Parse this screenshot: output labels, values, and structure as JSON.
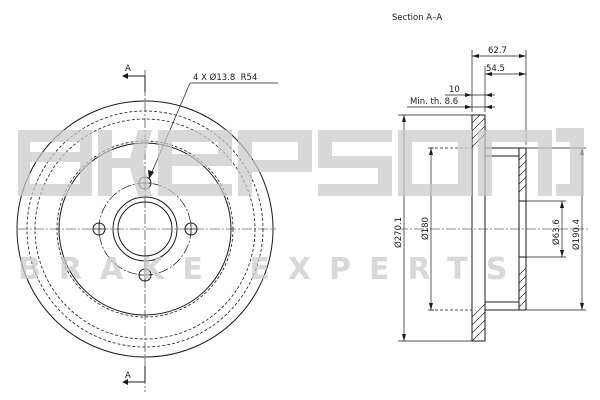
{
  "section_title": "Section A–A",
  "section_markers": {
    "top": "A",
    "bottom": "A"
  },
  "hole_callout": "4 X Ø13.8  R54",
  "dimensions": {
    "overall_height": "62.7",
    "hat_height": "54.5",
    "thickness": "10",
    "min_thickness": "Min. th. 8.6",
    "outer_diameter": "Ø270.1",
    "friction_inner_diameter": "Ø180",
    "center_bore": "Ø63.6",
    "hat_diameter": "Ø190.4"
  },
  "watermark": {
    "logo": "AKEBONO",
    "tagline": "BRAKE EXPERTS"
  }
}
